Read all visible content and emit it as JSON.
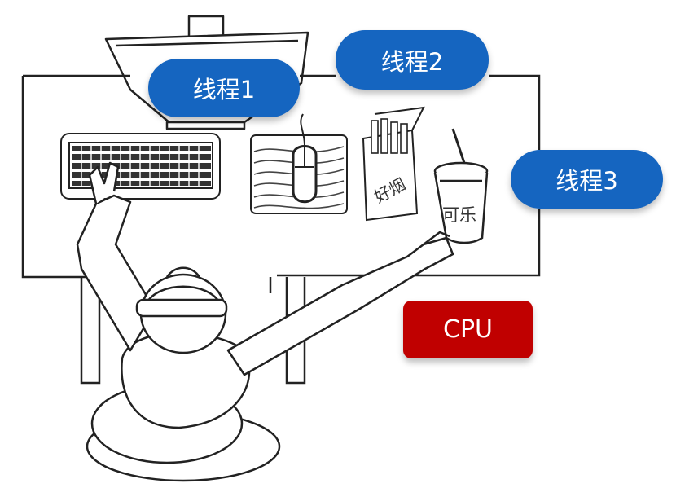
{
  "threads": {
    "t1": "线程1",
    "t2": "线程2",
    "t3": "线程3"
  },
  "cpu": "CPU",
  "items": {
    "cigarettes": "好烟",
    "cola": "可乐"
  },
  "colors": {
    "thread_blue": "#1565c0",
    "cpu_red": "#c00000"
  }
}
